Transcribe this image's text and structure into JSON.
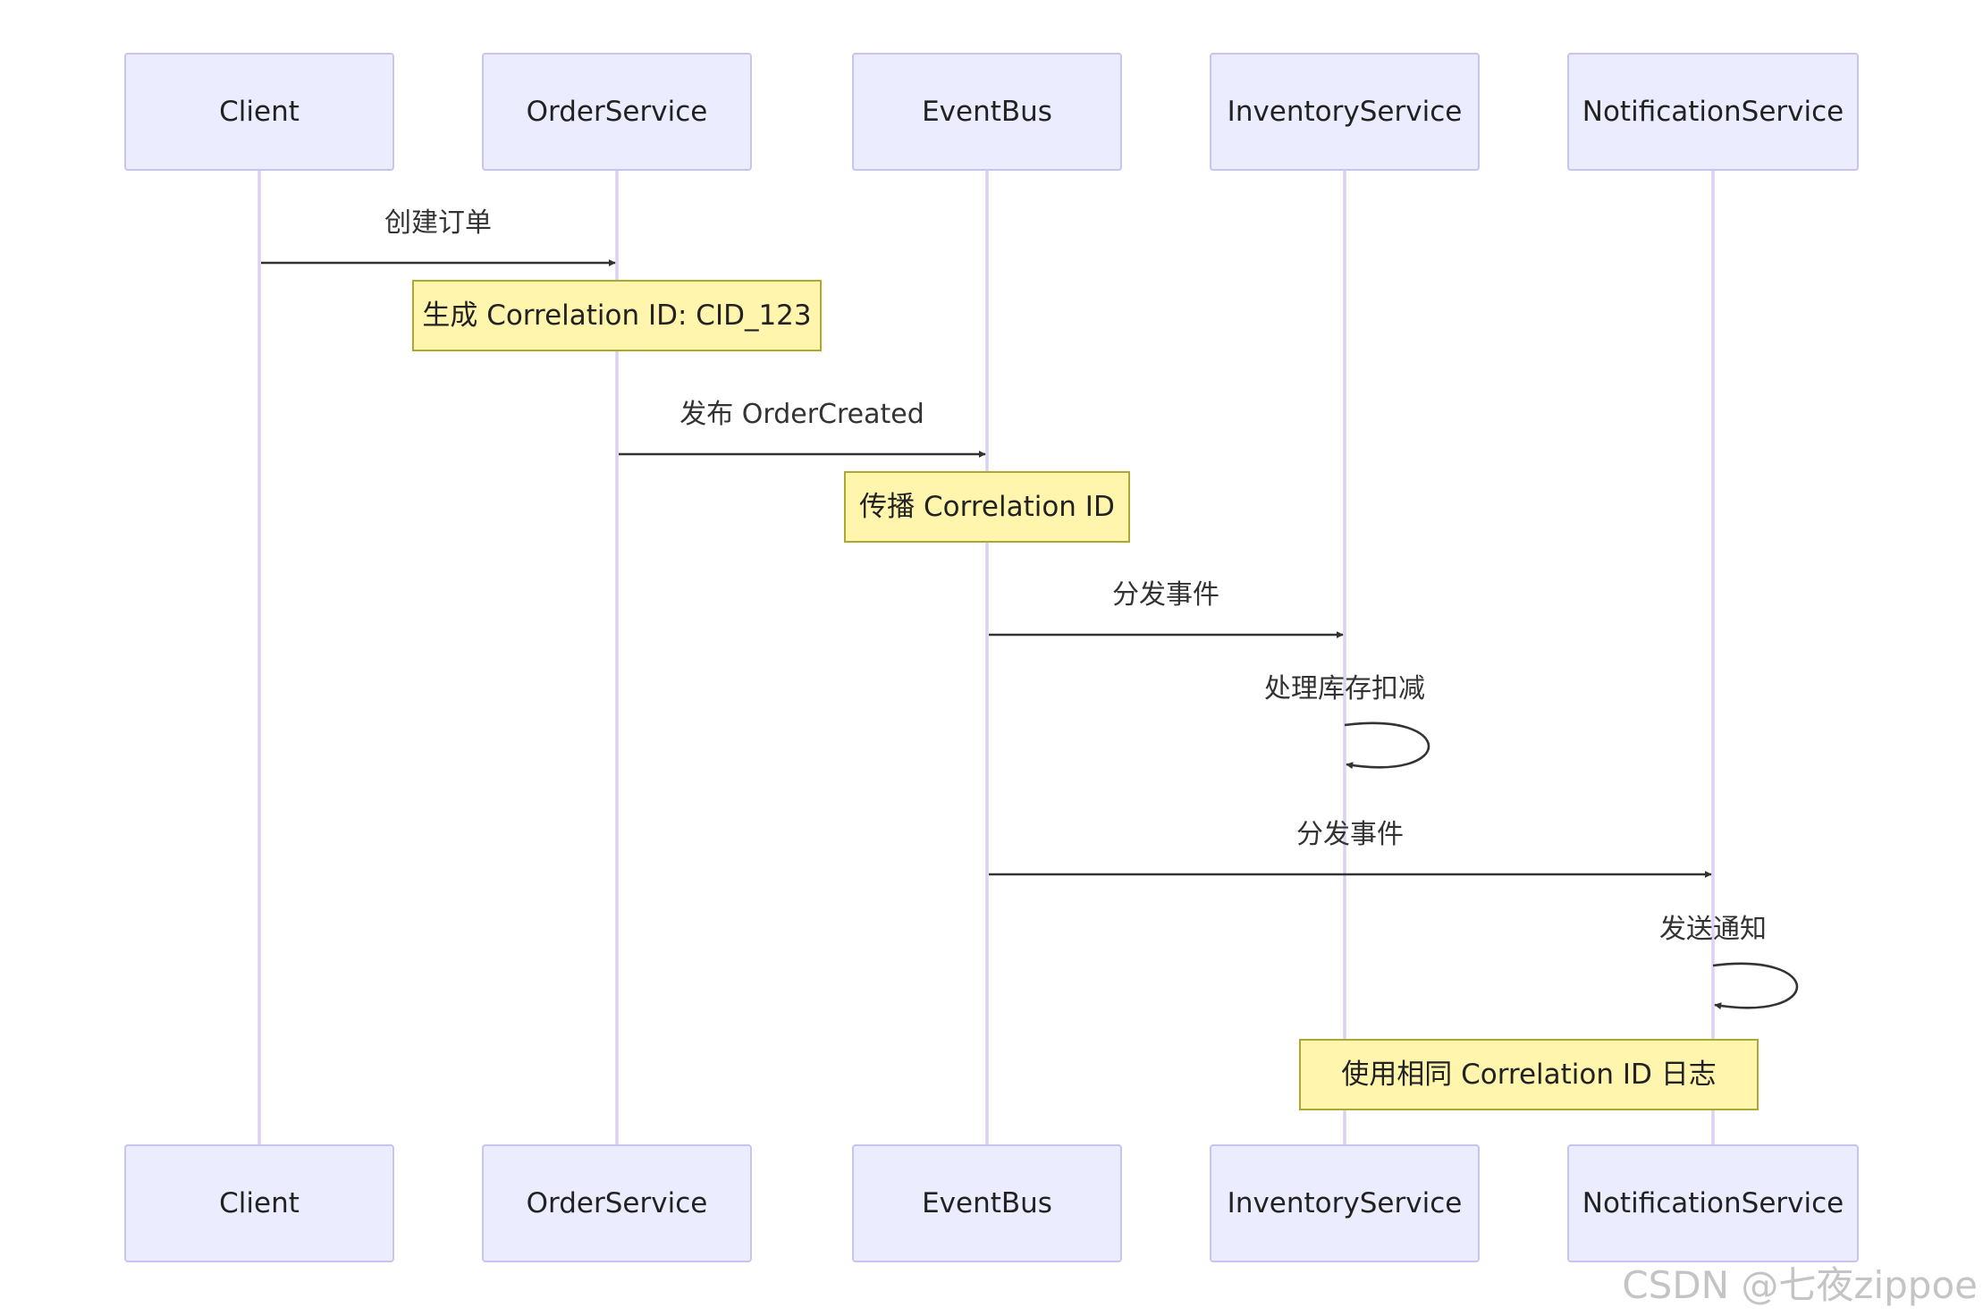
{
  "participants": [
    {
      "id": "client",
      "label": "Client"
    },
    {
      "id": "order",
      "label": "OrderService"
    },
    {
      "id": "eventbus",
      "label": "EventBus"
    },
    {
      "id": "inventory",
      "label": "InventoryService"
    },
    {
      "id": "notification",
      "label": "NotificationService"
    }
  ],
  "messages": [
    {
      "from": "client",
      "to": "order",
      "label": "创建订单"
    },
    {
      "from": "order",
      "to": "eventbus",
      "label": "发布 OrderCreated"
    },
    {
      "from": "eventbus",
      "to": "inventory",
      "label": "分发事件"
    },
    {
      "from": "inventory",
      "to": "inventory",
      "label": "处理库存扣减"
    },
    {
      "from": "eventbus",
      "to": "notification",
      "label": "分发事件"
    },
    {
      "from": "notification",
      "to": "notification",
      "label": "发送通知"
    }
  ],
  "notes": [
    {
      "over": [
        "order"
      ],
      "label": "生成 Correlation ID: CID_123"
    },
    {
      "over": [
        "eventbus"
      ],
      "label": "传播 Correlation ID"
    },
    {
      "over": [
        "inventory",
        "notification"
      ],
      "label": "使用相同 Correlation ID 日志"
    }
  ],
  "watermark": "CSDN @七夜zippoe",
  "colors": {
    "actor_fill": "#ECECFF",
    "actor_border": "#C9C3F0",
    "lifeline": "#DCD2F0",
    "note_fill": "#FFF5AD",
    "note_border": "#AAAA33",
    "arrow": "#333333"
  }
}
